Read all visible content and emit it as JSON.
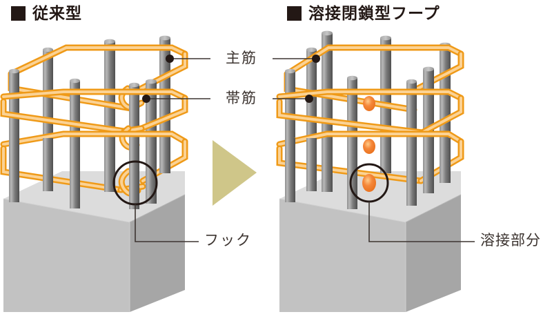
{
  "titles": {
    "left": "従来型",
    "right": "溶接閉鎖型フープ",
    "bullet": "■"
  },
  "labels": {
    "main_rebar": "主筋",
    "hoop_rebar": "帯筋",
    "hook": "フック",
    "weld": "溶接部分"
  },
  "colors": {
    "text": "#231815",
    "label_text": "#3c3430",
    "rebar_light": "#b4b4b4",
    "rebar_dark": "#5a5a5a",
    "hoop_orange": "#f5a623",
    "hoop_highlight": "#fbd89b",
    "weld_blob": "#f07d28",
    "concrete_top": "#dcdcdc",
    "concrete_front": "#c2c2c2",
    "concrete_side": "#a6a6a6",
    "arrow": "#cfc689",
    "leader": "#3c3430"
  },
  "arrow": {
    "name": "transition-arrow",
    "direction": "right"
  },
  "diagram_left": {
    "name": "conventional-column-rebar",
    "caption": "従来型",
    "detail_callout": "フック",
    "annotated_points": [
      "主筋",
      "帯筋"
    ]
  },
  "diagram_right": {
    "name": "welded-closed-hoop-column-rebar",
    "caption": "溶接閉鎖型フープ",
    "detail_callout": "溶接部分",
    "annotated_points": [
      "主筋",
      "帯筋"
    ]
  }
}
